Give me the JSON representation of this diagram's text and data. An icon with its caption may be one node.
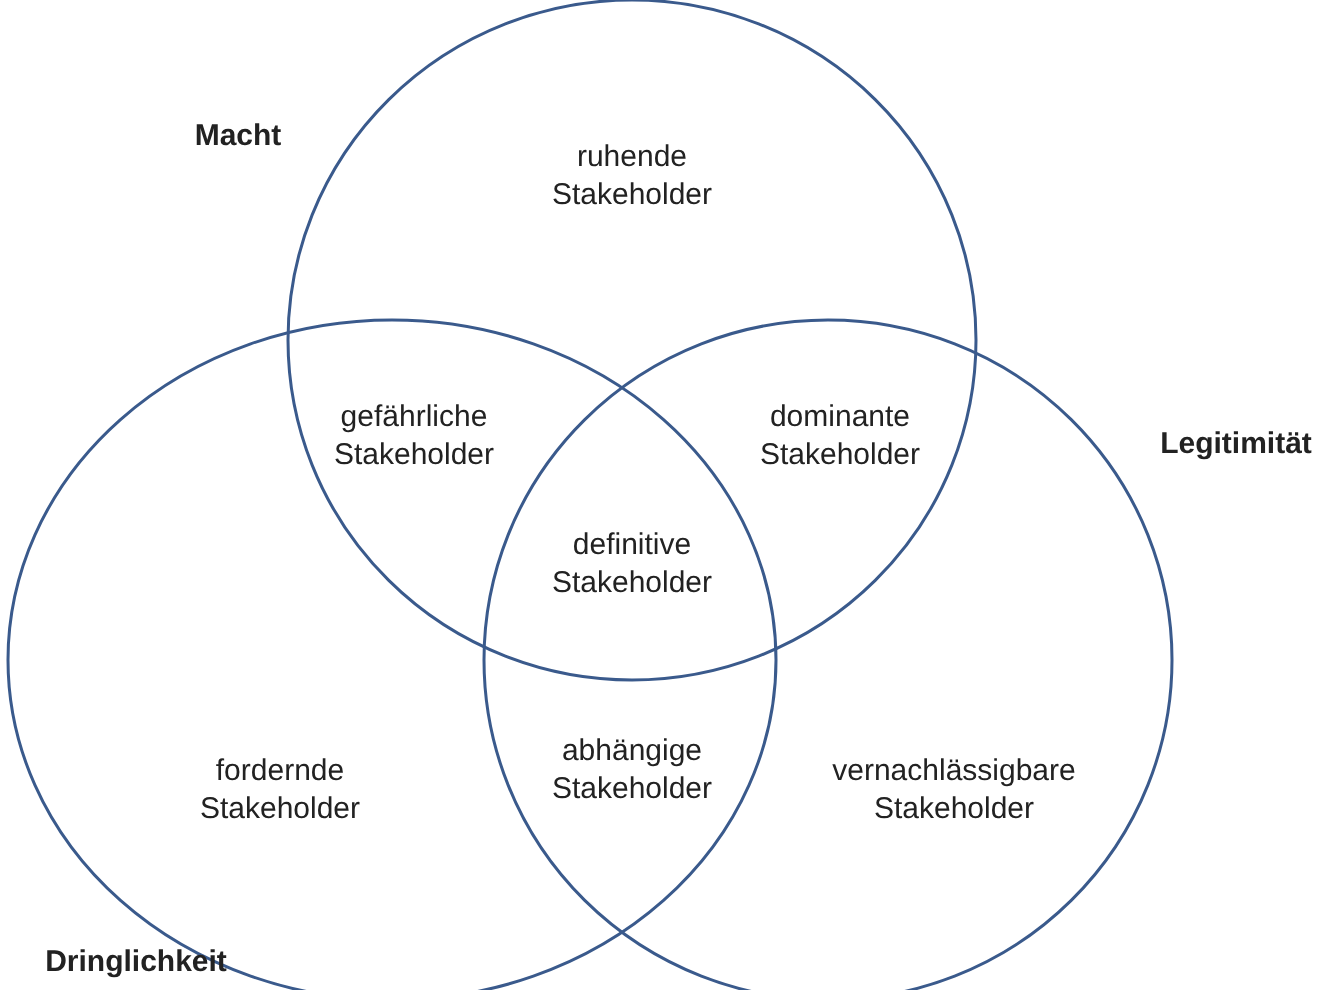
{
  "diagram": {
    "nodes": [
      {
        "text": [
          "Macht",
          "ruhende Stakeholder"
        ]
      },
      {
        "text": [
          "fordernde Stakeholder",
          "Dringlichkeit"
        ]
      },
      {
        "text": [
          "Legitimität",
          "vernachlässigbare Stakeholder"
        ]
      }
    ],
    "edges": [],
    "labels": [
      "gefährliche Stakeholder",
      "dominante Stakeholder",
      "definitive Stakeholder",
      "abhängige Stakeholder"
    ]
  }
}
